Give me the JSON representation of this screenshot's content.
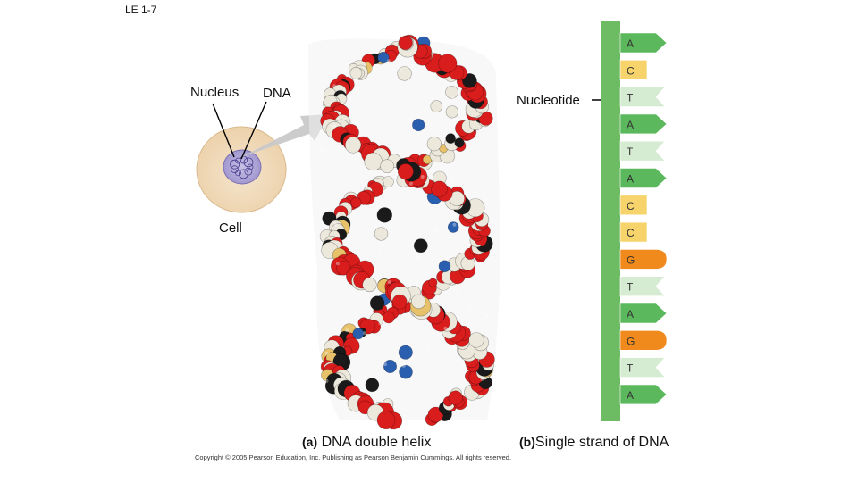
{
  "slide": {
    "id": "LE 1-7"
  },
  "labels": {
    "nucleus": "Nucleus",
    "dna": "DNA",
    "cell": "Cell",
    "nucleotide": "Nucleotide"
  },
  "captions": {
    "a_marker": "(a)",
    "a_text": "DNA double helix",
    "b_marker": "(b)",
    "b_text": "Single strand of DNA"
  },
  "copyright": "Copyright © 2005 Pearson Education, Inc. Publishing as Pearson Benjamin Cummings. All rights reserved.",
  "strand": {
    "bases": [
      "A",
      "C",
      "T",
      "A",
      "T",
      "A",
      "C",
      "C",
      "G",
      "T",
      "A",
      "G",
      "T",
      "A"
    ],
    "colors": {
      "A": "#5cb85c",
      "C": "#f6d46b",
      "T": "#d6ecd2",
      "G": "#f08a1c"
    },
    "backbone_color": "#6dbb63"
  },
  "helix_colors": {
    "oxygen": "#d91c1c",
    "hydrogen": "#ece8dc",
    "carbon": "#1a1a1a",
    "nitrogen": "#2a5fb0",
    "phosphorus": "#e8c26a"
  }
}
